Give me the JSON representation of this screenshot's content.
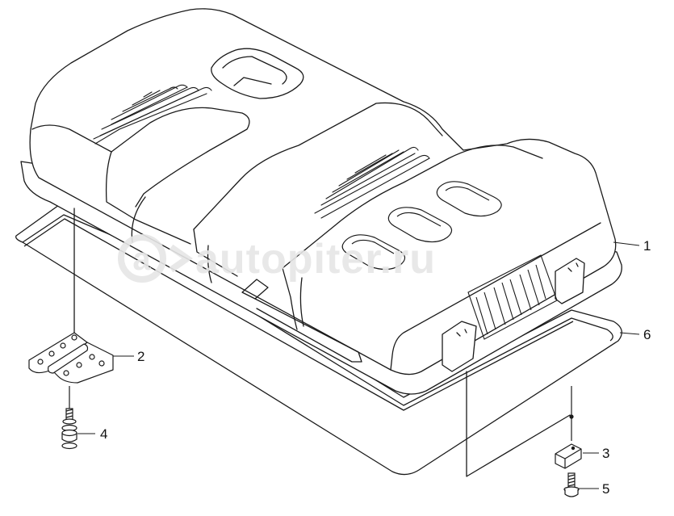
{
  "watermark": {
    "text": "autopiter.ru",
    "badge": "a"
  },
  "callouts": [
    {
      "id": "1",
      "label": "1"
    },
    {
      "id": "2",
      "label": "2"
    },
    {
      "id": "3",
      "label": "3"
    },
    {
      "id": "4",
      "label": "4"
    },
    {
      "id": "5",
      "label": "5"
    },
    {
      "id": "6",
      "label": "6"
    }
  ],
  "parts": [
    {
      "callout": "1",
      "name": "cover-icon"
    },
    {
      "callout": "2",
      "name": "hinge-icon"
    },
    {
      "callout": "3",
      "name": "bracket-icon"
    },
    {
      "callout": "4",
      "name": "bolt-with-washers-icon"
    },
    {
      "callout": "5",
      "name": "flange-bolt-icon"
    },
    {
      "callout": "6",
      "name": "seal-gasket-icon"
    }
  ],
  "colors": {
    "line": "#1a1a1a",
    "fill": "#ffffff",
    "watermark": "#e6e6e6"
  }
}
